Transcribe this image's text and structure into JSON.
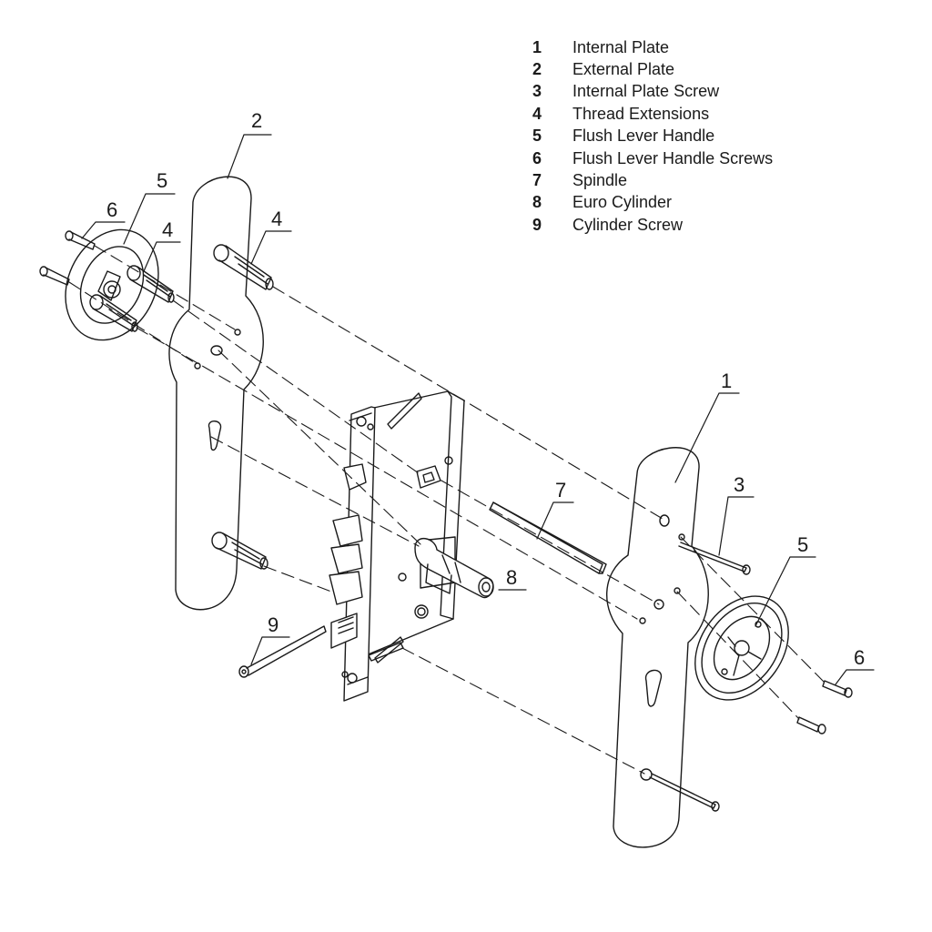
{
  "legend": [
    {
      "number": "1",
      "label": "Internal Plate"
    },
    {
      "number": "2",
      "label": "External Plate"
    },
    {
      "number": "3",
      "label": "Internal Plate Screw"
    },
    {
      "number": "4",
      "label": "Thread Extensions"
    },
    {
      "number": "5",
      "label": "Flush Lever Handle"
    },
    {
      "number": "6",
      "label": "Flush Lever Handle Screws"
    },
    {
      "number": "7",
      "label": "Spindle"
    },
    {
      "number": "8",
      "label": "Euro Cylinder"
    },
    {
      "number": "9",
      "label": "Cylinder Screw"
    }
  ],
  "callouts": {
    "c2": "2",
    "c5_left": "5",
    "c6_left": "6",
    "c4_left": "4",
    "c4_mid": "4",
    "c1": "1",
    "c3": "3",
    "c7": "7",
    "c8": "8",
    "c5_right": "5",
    "c6_right": "6",
    "c9": "9"
  },
  "colors": {
    "line": "#1a1a1a",
    "background": "#ffffff"
  }
}
